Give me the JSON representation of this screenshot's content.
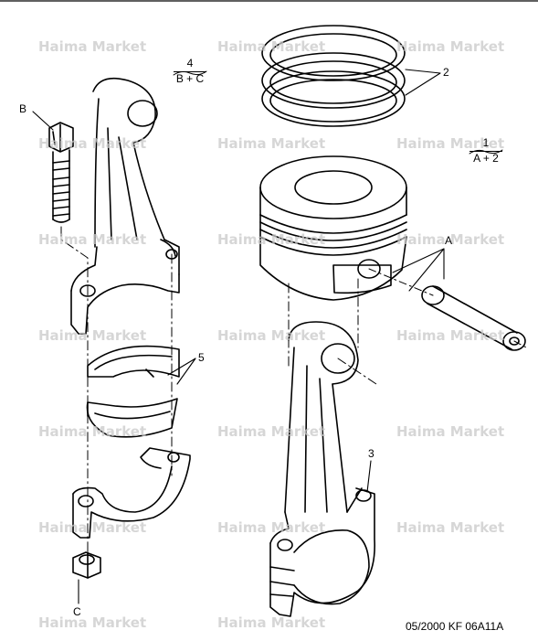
{
  "callouts": {
    "one": "1",
    "two": "2",
    "three": "3",
    "five": "5",
    "a": "A",
    "b": "B",
    "c": "C"
  },
  "fractions": {
    "left": {
      "numerator": "4",
      "denominator": "B + C"
    },
    "right": {
      "numerator": "1",
      "denominator": "A + 2"
    }
  },
  "reference": "05/2000  KF 06A11A",
  "watermark": "Haima Market",
  "colors": {
    "line": "#000000",
    "watermark": "#c9c9c9",
    "background": "#ffffff"
  }
}
